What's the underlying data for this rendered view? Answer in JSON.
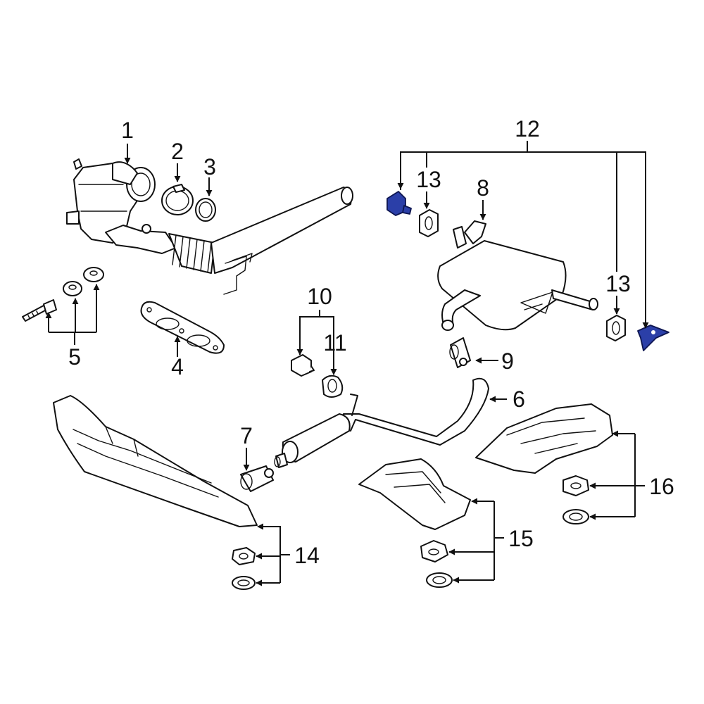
{
  "colors": {
    "highlight": "#2b3fa8",
    "line": "#111111",
    "background": "#ffffff"
  },
  "callouts": {
    "c1": "1",
    "c2": "2",
    "c3": "3",
    "c4": "4",
    "c5": "5",
    "c6": "6",
    "c7": "7",
    "c8": "8",
    "c9": "9",
    "c10": "10",
    "c11": "11",
    "c12": "12",
    "c13a": "13",
    "c13b": "13",
    "c14": "14",
    "c15": "15",
    "c16": "16"
  }
}
